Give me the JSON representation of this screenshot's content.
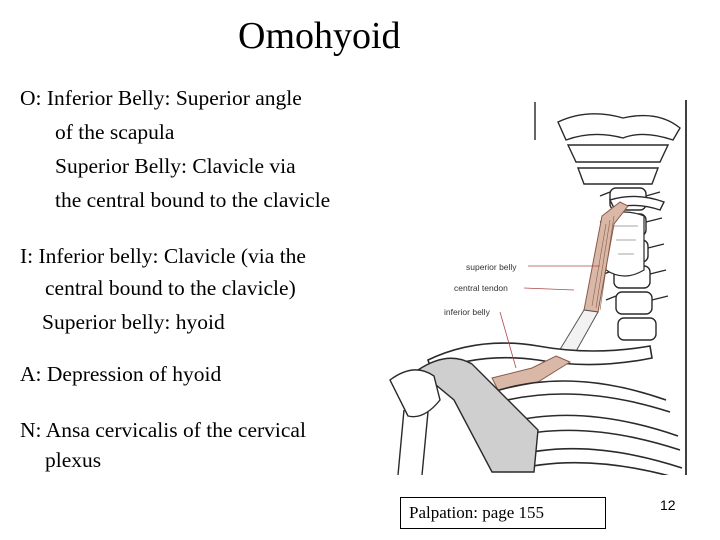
{
  "slide": {
    "title": "Omohyoid",
    "origin": {
      "line1": "O:  Inferior Belly:  Superior angle",
      "line2": "of the  scapula",
      "line3": "Superior Belly: Clavicle via",
      "line4": "the central bound to the clavicle"
    },
    "insertion": {
      "line1": "I:  Inferior belly: Clavicle (via the",
      "line2": "central bound to the clavicle)",
      "line3": "Superior belly: hyoid"
    },
    "action": {
      "line1": "A: Depression of hyoid"
    },
    "nerve": {
      "line1": "N: Ansa cervicalis of the cervical",
      "line2": "plexus"
    },
    "palpation": "Palpation:  page 155",
    "page_number": "12"
  },
  "illustration": {
    "labels": {
      "superior_belly": "superior belly",
      "central_tendon": "central tendon",
      "inferior_belly": "inferior belly"
    },
    "colors": {
      "muscle": "#d9b8a8",
      "muscle_stroke": "#8a5a48",
      "bone_stroke": "#2a2a2a",
      "bone_shade": "#cfcfcf",
      "leader_line": "#b04a4a"
    }
  }
}
